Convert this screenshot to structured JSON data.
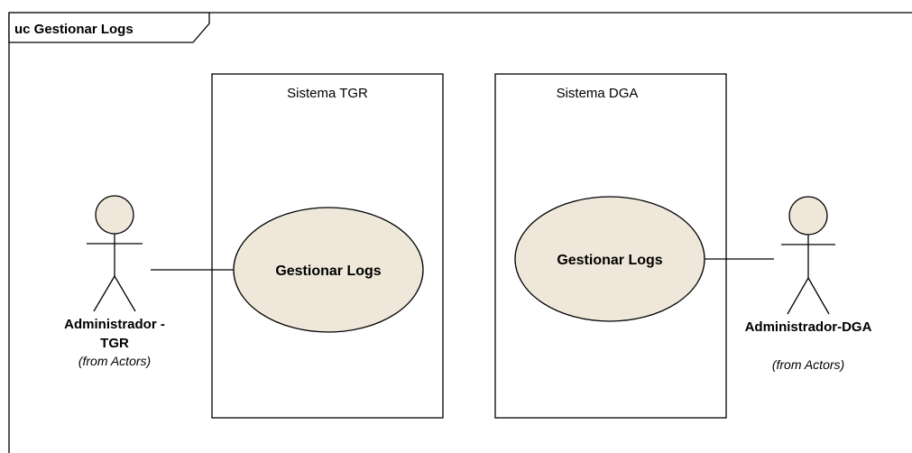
{
  "frame": {
    "title": "uc Gestionar Logs"
  },
  "boundaries": [
    {
      "label": "Sistema TGR"
    },
    {
      "label": "Sistema DGA"
    }
  ],
  "use_cases": [
    {
      "label": "Gestionar Logs"
    },
    {
      "label": "Gestionar Logs"
    }
  ],
  "actors": [
    {
      "name_line1": "Administrador -",
      "name_line2": "TGR",
      "from": "(from Actors)"
    },
    {
      "name_line1": "Administrador-DGA",
      "from": "(from Actors)"
    }
  ],
  "colors": {
    "fill": "#EFE8DA",
    "stroke": "#000000",
    "background": "#FFFFFF"
  }
}
